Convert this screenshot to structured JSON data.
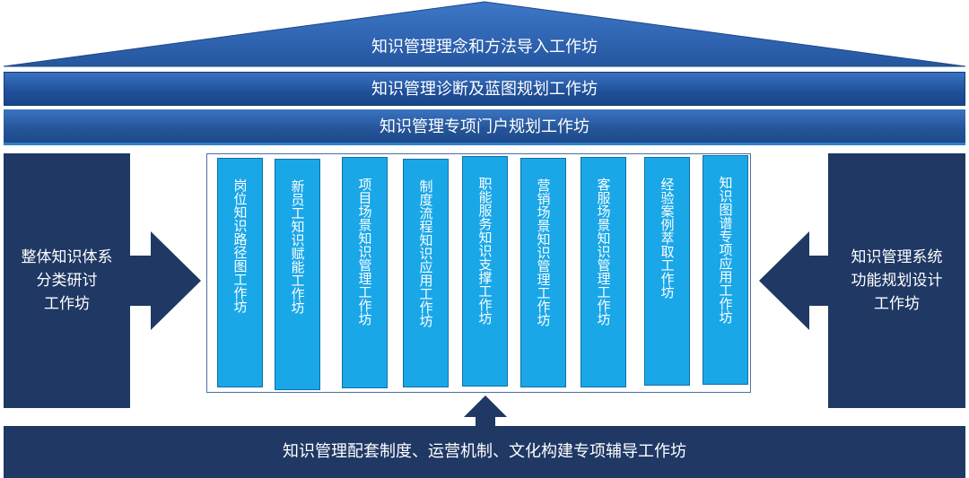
{
  "roof_label": "知识管理理念和方法导入工作坊",
  "band1_label": "知识管理诊断及蓝图规划工作坊",
  "band2_label": "知识管理专项门户规划工作坊",
  "left_panel": {
    "lines": [
      "整体知识体系",
      "分类研讨",
      "工作坊"
    ]
  },
  "right_panel": {
    "lines": [
      "知识管理系统",
      "功能规划设计",
      "工作坊"
    ]
  },
  "columns": [
    "岗位知识路径图工作坊",
    "新员工知识赋能工作坊",
    "项目场景知识管理工作坊",
    "制度流程知识应用工作坊",
    "职能服务知识支撑工作坊",
    "营销场景知识管理工作坊",
    "客服场景知识管理工作坊",
    "经验案例萃取工作坊",
    "知识图谱专项应用工作坊"
  ],
  "bottom_label": "知识管理配套制度、运营机制、文化构建专项辅导工作坊",
  "colors": {
    "roof": "#2a5ca8",
    "band": "#1f4f99",
    "panel": "#1f3864",
    "column": "#1aa7e8"
  }
}
